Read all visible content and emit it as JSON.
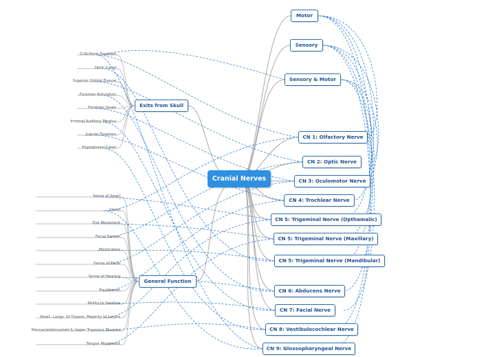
{
  "root": "Cranial Nerves",
  "groups": {
    "exits": "Exits from Skull",
    "function": "General Function"
  },
  "types": [
    "Motor",
    "Sensory",
    "Sensory & Motor"
  ],
  "nerves": [
    "CN 1: Olfactory Nerve",
    "CN 2: Optic Nerve",
    "CN 3: Oculomotor Nerve",
    "CN 4: Trochlear Nerve",
    "CN 5: Trigeminal Nerve (Opthamalic)",
    "CN 5: Trigeminal Nerve (Maxillary)",
    "CN 5: Trigeminal Nerve (Mandibular)",
    "CN 6: Abducens Nerve",
    "CN 7: Facial Nerve",
    "CN 8: Vestibulocochlear Nerve",
    "CN 9: Glossopharyngeal Nerve"
  ],
  "exits": [
    "Cribriform Foramen",
    "Optic Canal",
    "Superior Orbital Fissure",
    "Foramen Rotundum",
    "Foramen Ovale",
    "Internal Auditory Meatus",
    "Jugular Foramen",
    "Hypoglossal Canal"
  ],
  "functions": [
    "Sense of Smell",
    "Vision",
    "Eye Movement",
    "Facial Senses",
    "Mastication",
    "Sense of Taste",
    "Sense of Hearing",
    "Equilibrium",
    "Ability to Swallow",
    "Heart, Lungs, GI Organs, Majority of Larynx",
    "Sternocleidomastoid & Upper Trapezius Muscles",
    "Tongue Movement"
  ],
  "colors": {
    "root_fill": "#2f8fe0",
    "node_border": "#2b6cb0",
    "dashed_link": "#2f7fd6",
    "branch_line": "#a9a9a9"
  }
}
